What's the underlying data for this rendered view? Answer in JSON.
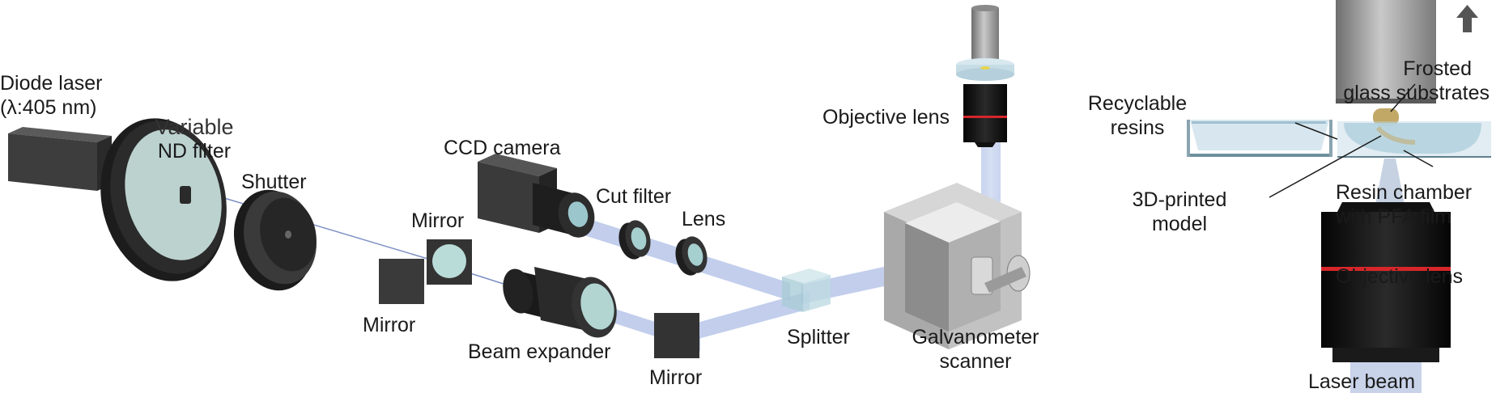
{
  "labels": {
    "diode_laser": [
      "Diode laser",
      "(λ:405 nm)"
    ],
    "variable_nd_filter": [
      "Variable",
      "ND filter"
    ],
    "shutter": "Shutter",
    "mirror_left": "Mirror",
    "mirror_upper": "Mirror",
    "mirror_lower": "Mirror",
    "ccd_camera": "CCD camera",
    "cut_filter": "Cut filter",
    "lens": "Lens",
    "beam_expander": "Beam expander",
    "splitter": "Splitter",
    "objective_lens_top": "Objective lens",
    "galvanometer_scanner": [
      "Galvanometer",
      "scanner"
    ],
    "frosted_glass_substrates": [
      "Frosted",
      "glass substrates"
    ],
    "recyclable_resins": [
      "Recyclable",
      "resins"
    ],
    "printed_model": [
      "3D-printed",
      "model"
    ],
    "resin_chamber": [
      "Resin chamber",
      "with PFA film"
    ],
    "objective_lens_right": "Objective lens",
    "laser_beam": "Laser beam"
  },
  "icons": {
    "stage_arrow": "arrow-up-icon"
  },
  "colors": {
    "beam": "#8fa6dc",
    "laser_line": "#7d8fc4",
    "housing_dark": "#3c3c3c",
    "lens_glass": "#9bd0cf",
    "red_band": "#d6262a",
    "resin": "#b8d8e6"
  }
}
